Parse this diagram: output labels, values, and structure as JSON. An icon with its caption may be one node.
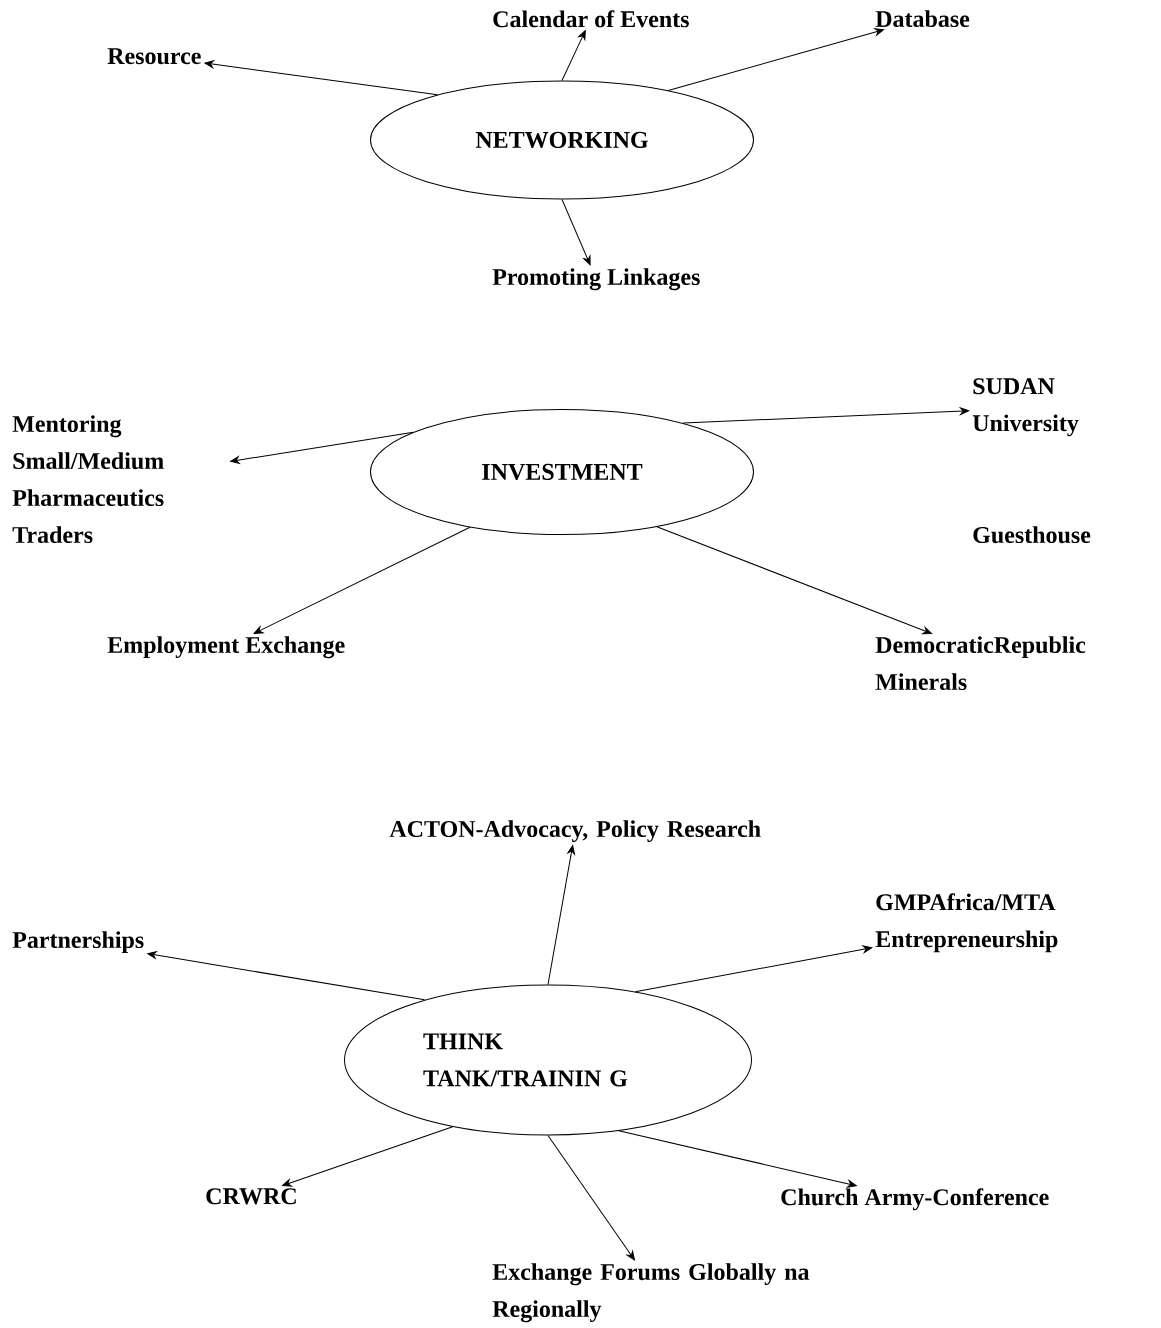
{
  "diagram": {
    "nodes": [
      {
        "text": [
          "NETWORKING"
        ]
      },
      {
        "text": [
          "Resource"
        ]
      },
      {
        "text": [
          "Calendar of Events"
        ]
      },
      {
        "text": [
          "Database"
        ]
      },
      {
        "text": [
          "Promoting Linkages"
        ]
      },
      {
        "text": [
          "INVESTMENT"
        ]
      },
      {
        "text": [
          "Mentoring Small/Medium Pharmaceutics Traders"
        ]
      },
      {
        "text": [
          "SUDAN University"
        ],
        "beside": [
          "Guesthouse"
        ]
      },
      {
        "text": [
          "Employment Exchange"
        ]
      },
      {
        "text": [
          "DemocraticRepublic Minerals"
        ]
      },
      {
        "text": [
          "THINK TANK/TRAININ G"
        ]
      },
      {
        "text": [
          "ACTON-Advocacy, Policy Research"
        ]
      },
      {
        "text": [
          "Partnerships"
        ]
      },
      {
        "text": [
          "GMPAfrica/MTA Entrepreneurship"
        ]
      },
      {
        "text": [
          "CRWRC"
        ]
      },
      {
        "text": [
          "Church Army-Conference"
        ]
      },
      {
        "text": [
          "Exchange Forums Globally na Regionally"
        ]
      }
    ],
    "edges": [
      {
        "from": 0,
        "to": 1,
        "arrow": "to"
      },
      {
        "from": 0,
        "to": 2,
        "arrow": "to"
      },
      {
        "from": 0,
        "to": 3,
        "arrow": "to"
      },
      {
        "from": 0,
        "to": 4,
        "arrow": "to"
      },
      {
        "from": 5,
        "to": 6,
        "arrow": "to"
      },
      {
        "from": 5,
        "to": 7,
        "arrow": "to"
      },
      {
        "from": 5,
        "to": 8,
        "arrow": "to"
      },
      {
        "from": 5,
        "to": 9,
        "arrow": "to"
      },
      {
        "from": 10,
        "to": 11,
        "arrow": "to"
      },
      {
        "from": 10,
        "to": 12,
        "arrow": "to"
      },
      {
        "from": 10,
        "to": 13,
        "arrow": "to"
      },
      {
        "from": 10,
        "to": 14,
        "arrow": "to"
      },
      {
        "from": 10,
        "to": 15,
        "arrow": "to"
      },
      {
        "from": 10,
        "to": 16,
        "arrow": "to"
      }
    ]
  }
}
